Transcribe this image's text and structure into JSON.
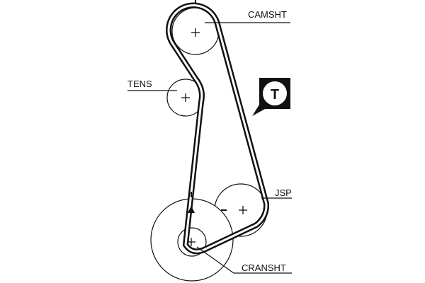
{
  "labels": {
    "camshaft": "CAMSHT",
    "tensioner": "TENS",
    "jsp": "JSP",
    "crankshaft": "CRANSHT"
  },
  "badge": {
    "letter": "T"
  },
  "icons": {
    "timing_mark": "triangle-up-icon",
    "tensioner_badge": "tensioner-badge-icon"
  },
  "colors": {
    "ink": "#111111",
    "background": "#ffffff"
  }
}
